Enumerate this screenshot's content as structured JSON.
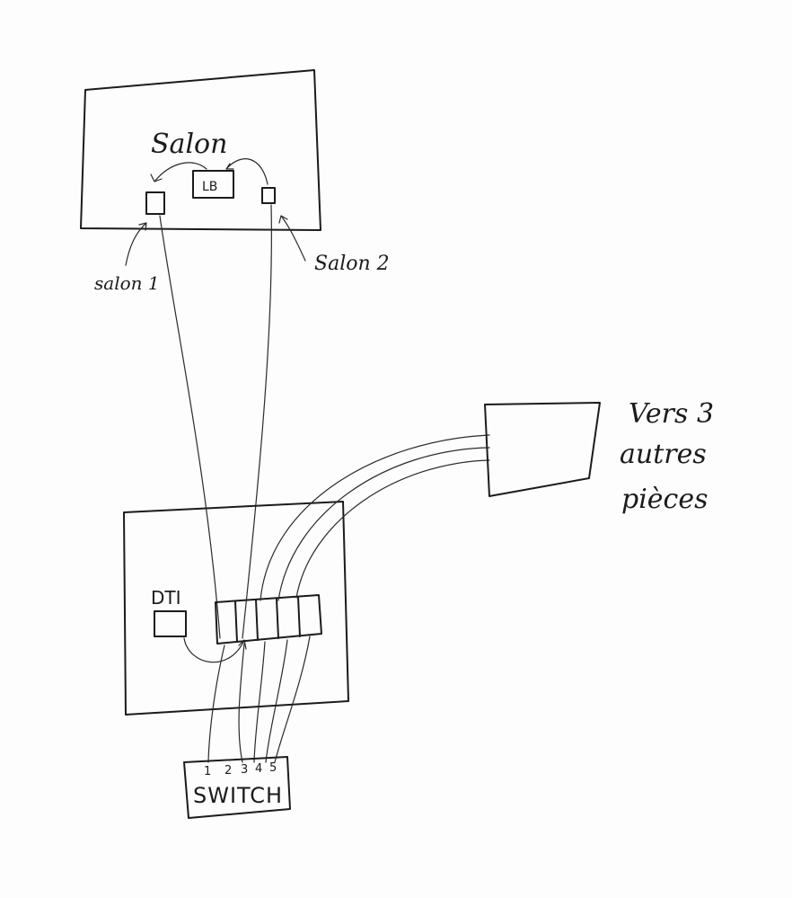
{
  "room": {
    "title": "Salon",
    "box_label": "LB",
    "outlet_left_label": "salon 1",
    "outlet_right_label": "Salon 2"
  },
  "panel": {
    "dti_label": "DTI"
  },
  "switch": {
    "label": "SWITCH",
    "ports": [
      "1",
      "2",
      "3",
      "4",
      "5"
    ]
  },
  "destination": {
    "lines": [
      "Vers 3",
      "autres",
      "pièces"
    ]
  }
}
